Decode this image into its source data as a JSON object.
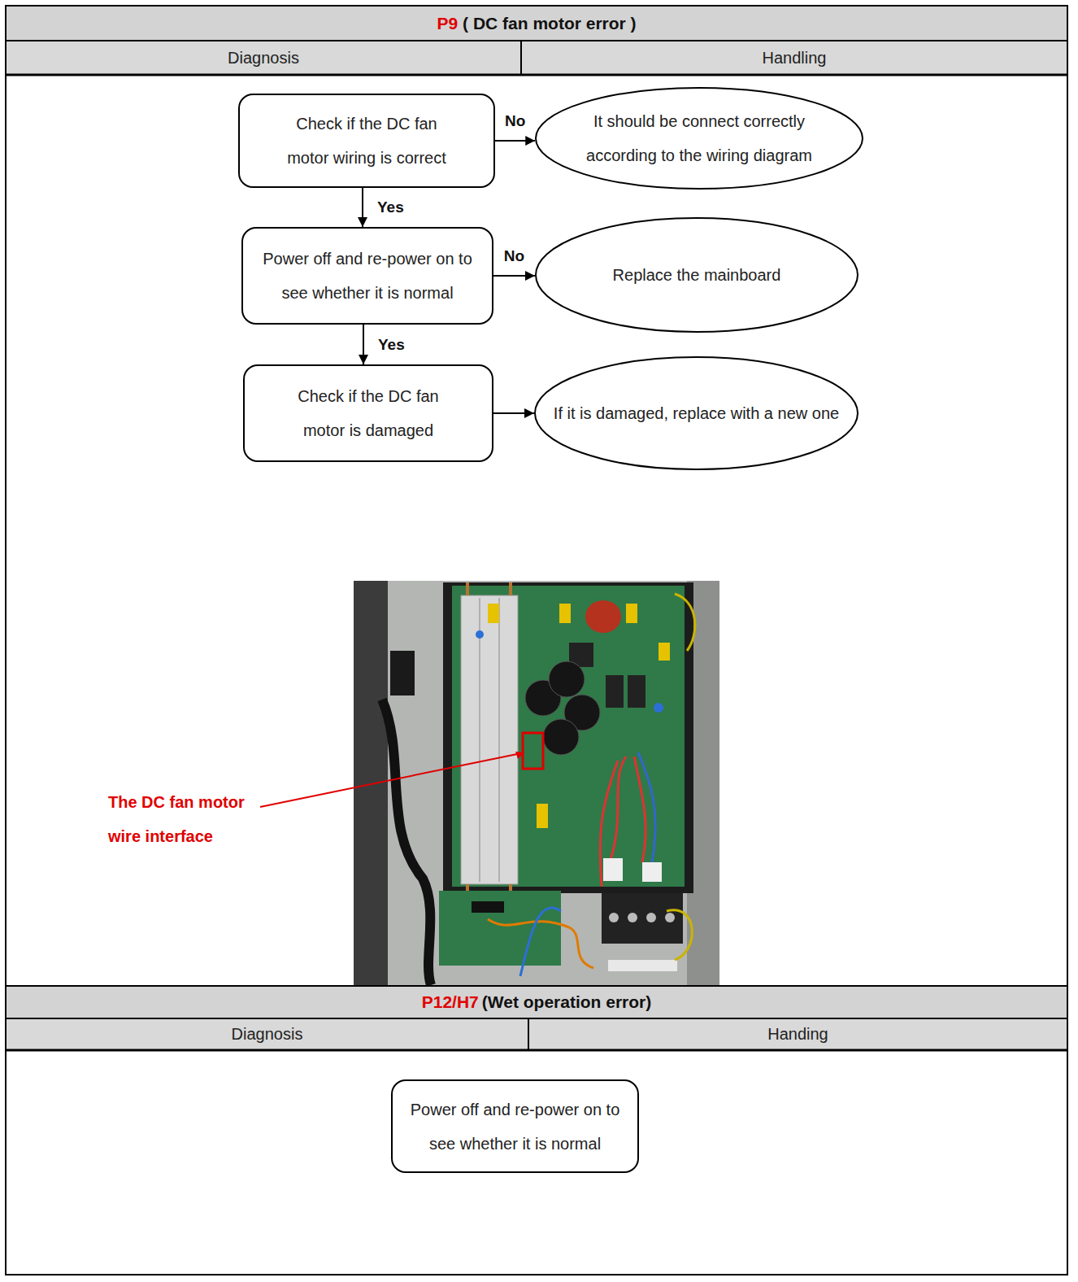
{
  "diagram": {
    "nodes": [
      {
        "text": [
          "Check if the DC fan motor wiring is correct"
        ]
      },
      {
        "text": [
          "It should be connect correctly according to the wiring diagram"
        ]
      },
      {
        "text": [
          "Power off and re-power on to see whether it is normal"
        ]
      },
      {
        "text": [
          "Replace the mainboard"
        ]
      },
      {
        "text": [
          "Check if the DC fan motor is damaged"
        ]
      },
      {
        "text": [
          "If it is damaged, replace with a new one"
        ]
      },
      {
        "text": [
          "Power off and re-power on to see whether it is normal"
        ]
      }
    ],
    "edges": [
      {
        "from": 0,
        "to": 1,
        "arrow": "to",
        "label": "No"
      },
      {
        "from": 0,
        "to": 2,
        "arrow": "to",
        "label": "Yes"
      },
      {
        "from": 2,
        "to": 3,
        "arrow": "to",
        "label": "No"
      },
      {
        "from": 2,
        "to": 4,
        "arrow": "to",
        "label": "Yes"
      },
      {
        "from": 4,
        "to": 5,
        "arrow": "to"
      }
    ],
    "labels": [
      "P9",
      "( DC fan motor error )",
      "Diagnosis",
      "Handling",
      "The DC fan motor wire interface",
      "P12/H7",
      "(Wet operation error)",
      "Diagnosis",
      "Handing"
    ]
  }
}
